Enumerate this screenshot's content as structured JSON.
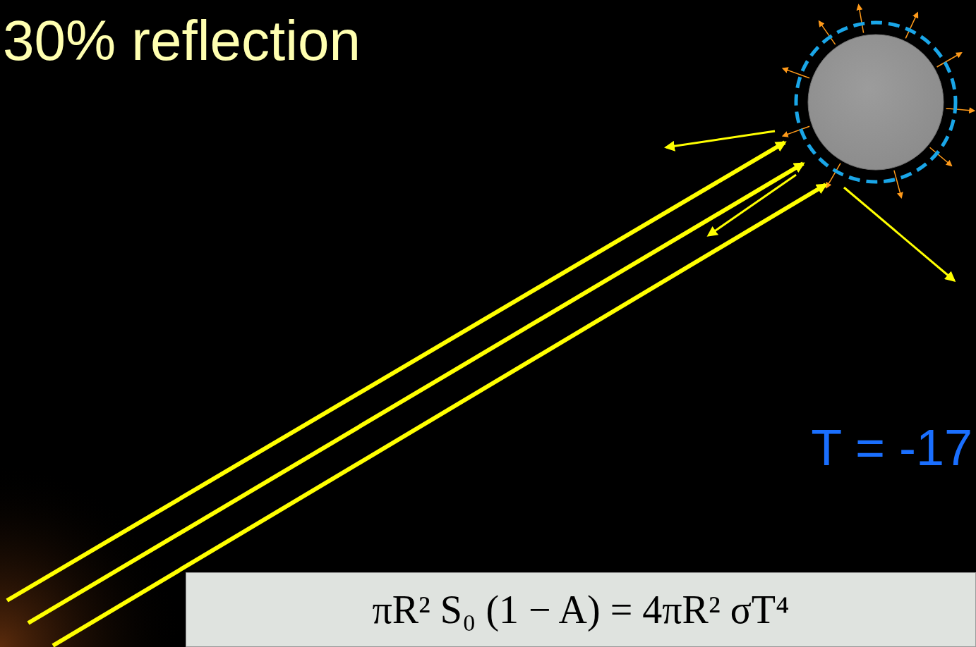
{
  "diagram": {
    "title": "30% reflection",
    "nodes": [
      {
        "text": [
          "πR² S₀ (1 − A) = 4πR² σT⁴"
        ]
      }
    ],
    "labels": [
      "T = -17"
    ]
  }
}
